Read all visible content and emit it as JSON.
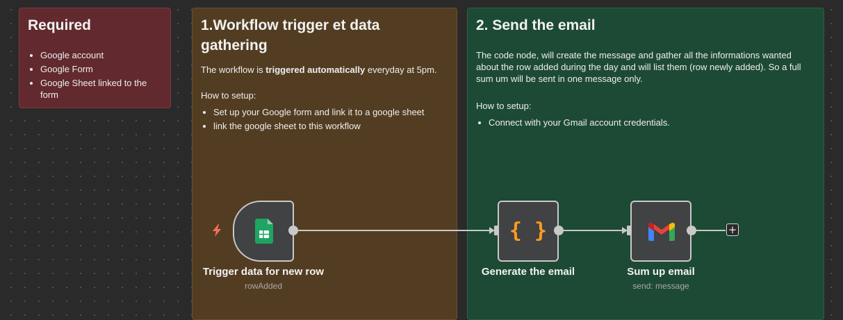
{
  "notes": {
    "required": {
      "title": "Required",
      "items": [
        "Google account",
        "Google Form",
        "Google Sheet linked to the form"
      ]
    },
    "trigger": {
      "title": "1.Workflow trigger et data gathering",
      "desc_prefix": "The workflow is ",
      "desc_bold": "triggered automatically",
      "desc_suffix": " everyday at 5pm.",
      "setup_heading": "How to setup:",
      "items": [
        "Set up your Google form and link it to a google sheet",
        "link the google sheet to this workflow"
      ]
    },
    "email": {
      "title": "2. Send the email",
      "desc": "The code node, will create the message and gather all the informations wanted about the row added during the day and will list them (row newly added). So a full sum um will be sent in one message only.",
      "setup_heading": "How to setup:",
      "items": [
        "Connect with your Gmail account credentials."
      ]
    }
  },
  "nodes": {
    "trigger": {
      "label": "Trigger data for new row",
      "subtitle": "rowAdded",
      "icon": "google-sheets-icon"
    },
    "code": {
      "label": "Generate the email",
      "icon": "code-braces-icon",
      "glyph": "{ }"
    },
    "gmail": {
      "label": "Sum up email",
      "subtitle": "send: message",
      "icon": "gmail-icon"
    }
  },
  "icons": {
    "trigger_bolt": "lightning-icon",
    "add": "plus-icon",
    "add_glyph": "+"
  },
  "colors": {
    "canvas": "#2a2a2a",
    "note_required": "#622a2e",
    "note_trigger": "#533d22",
    "note_email": "#1d4a34",
    "node_fill": "#414244",
    "connector": "#c9c9c9",
    "bolt": "#ff6d5a",
    "code_brace": "#ff9a1f"
  }
}
